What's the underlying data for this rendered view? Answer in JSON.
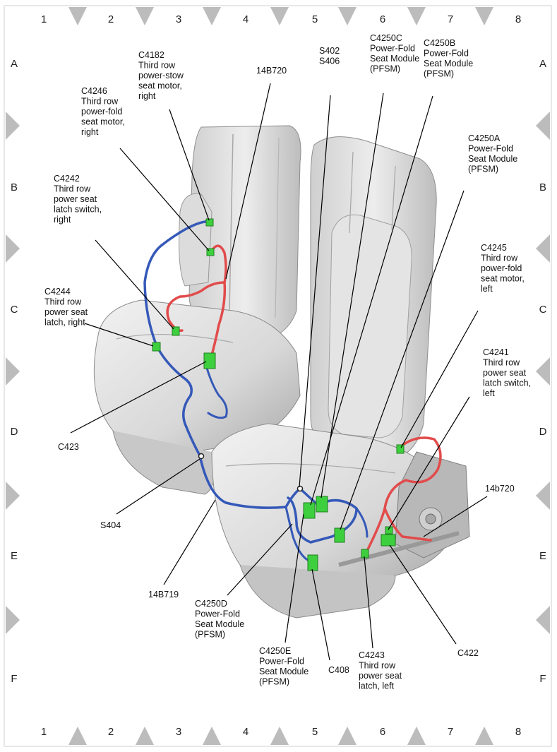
{
  "grid": {
    "columns": [
      "1",
      "2",
      "3",
      "4",
      "5",
      "6",
      "7",
      "8"
    ],
    "rows": [
      "A",
      "B",
      "C",
      "D",
      "E",
      "F"
    ]
  },
  "callouts": [
    {
      "id": "c4182",
      "lines": [
        "C4182",
        "Third row",
        "power-stow",
        "seat motor,",
        "right"
      ]
    },
    {
      "id": "c4246",
      "lines": [
        "C4246",
        "Third row",
        "power-fold",
        "seat motor,",
        "right"
      ]
    },
    {
      "id": "14b720-top",
      "lines": [
        "14B720"
      ]
    },
    {
      "id": "s402-s406",
      "lines": [
        "S402",
        "S406"
      ]
    },
    {
      "id": "c4250c",
      "lines": [
        "C4250C",
        "Power-Fold",
        "Seat Module",
        "(PFSM)"
      ]
    },
    {
      "id": "c4250b",
      "lines": [
        "C4250B",
        "Power-Fold",
        "Seat Module",
        "(PFSM)"
      ]
    },
    {
      "id": "c4250a",
      "lines": [
        "C4250A",
        "Power-Fold",
        "Seat Module",
        "(PFSM)"
      ]
    },
    {
      "id": "c4242",
      "lines": [
        "C4242",
        "Third row",
        "power seat",
        "latch switch,",
        "right"
      ]
    },
    {
      "id": "c4244",
      "lines": [
        "C4244",
        "Third row",
        "power seat",
        "latch, right"
      ]
    },
    {
      "id": "c4245",
      "lines": [
        "C4245",
        "Third row",
        "power-fold",
        "seat motor,",
        "left"
      ]
    },
    {
      "id": "c4241",
      "lines": [
        "C4241",
        "Third row",
        "power seat",
        "latch switch,",
        "left"
      ]
    },
    {
      "id": "c423",
      "lines": [
        "C423"
      ]
    },
    {
      "id": "s404",
      "lines": [
        "S404"
      ]
    },
    {
      "id": "14b720-right",
      "lines": [
        "14b720"
      ]
    },
    {
      "id": "14b719",
      "lines": [
        "14B719"
      ]
    },
    {
      "id": "c4250d",
      "lines": [
        "C4250D",
        "Power-Fold",
        "Seat Module",
        "(PFSM)"
      ]
    },
    {
      "id": "c4250e",
      "lines": [
        "C4250E",
        "Power-Fold",
        "Seat Module",
        "(PFSM)"
      ]
    },
    {
      "id": "c408",
      "lines": [
        "C408"
      ]
    },
    {
      "id": "c4243",
      "lines": [
        "C4243",
        "Third row",
        "power seat",
        "latch, left"
      ]
    },
    {
      "id": "c422",
      "lines": [
        "C422"
      ]
    }
  ],
  "colors": {
    "harness_blue": "#3559b8",
    "harness_red": "#e24b4b",
    "connector_green": "#3ecf3e",
    "seat_light": "#e6e6e6",
    "seat_shadow": "#9e9e9e",
    "marker_gray": "#b9b9b9"
  }
}
